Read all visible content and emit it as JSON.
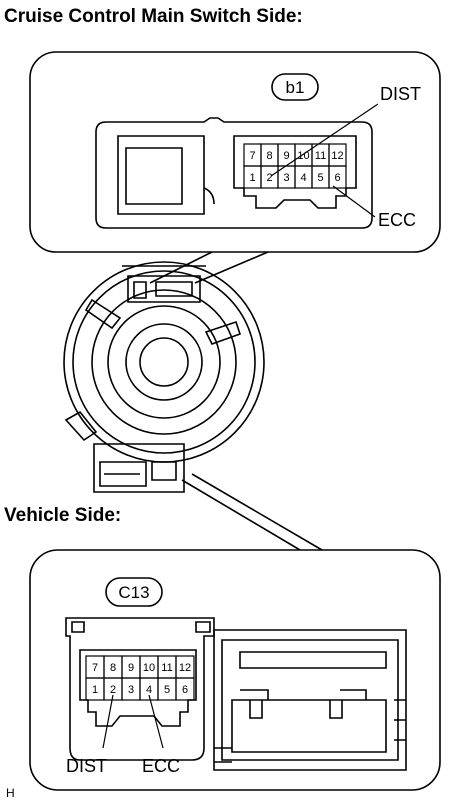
{
  "headings": {
    "top": "Cruise Control Main Switch Side:",
    "bottom": "Vehicle Side:"
  },
  "connectors": {
    "top": {
      "id": "b1",
      "row_top": [
        "7",
        "8",
        "9",
        "10",
        "11",
        "12"
      ],
      "row_bottom": [
        "1",
        "2",
        "3",
        "4",
        "5",
        "6"
      ],
      "label_dist": "DIST",
      "label_ecc": "ECC"
    },
    "bottom": {
      "id": "C13",
      "row_top": [
        "7",
        "8",
        "9",
        "10",
        "11",
        "12"
      ],
      "row_bottom": [
        "1",
        "2",
        "3",
        "4",
        "5",
        "6"
      ],
      "label_dist": "DIST",
      "label_ecc": "ECC"
    }
  },
  "footer_code": "H"
}
